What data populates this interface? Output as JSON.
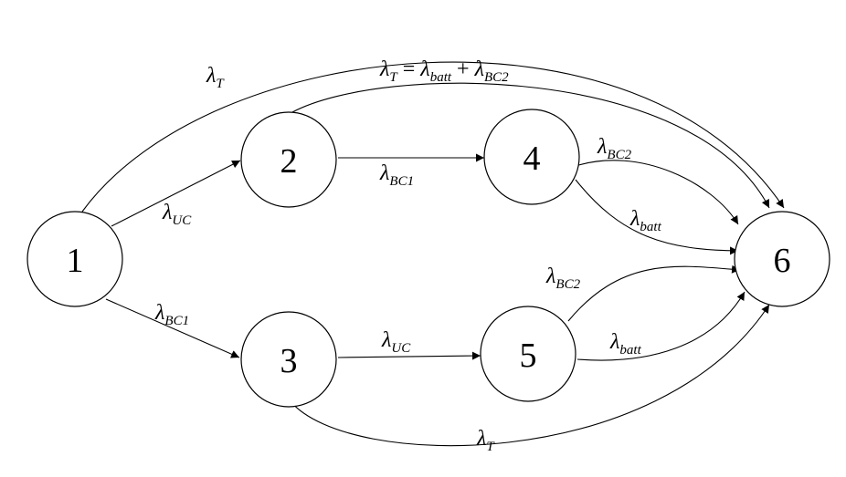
{
  "diagram": {
    "nodes": [
      {
        "id": "n1",
        "label": "1"
      },
      {
        "id": "n2",
        "label": "2"
      },
      {
        "id": "n3",
        "label": "3"
      },
      {
        "id": "n4",
        "label": "4"
      },
      {
        "id": "n5",
        "label": "5"
      },
      {
        "id": "n6",
        "label": "6"
      }
    ],
    "edges": [
      {
        "id": "e1_6",
        "from": "1",
        "to": "6",
        "symbol": "λ",
        "sub": "T"
      },
      {
        "id": "e2_6",
        "from": "2",
        "to": "6",
        "symbol": "λ",
        "sub": "T",
        "eq": "=",
        "sym2": "λ",
        "sub2": "batt",
        "plus": "+",
        "sym3": "λ",
        "sub3": "BC2"
      },
      {
        "id": "e1_2",
        "from": "1",
        "to": "2",
        "symbol": "λ",
        "sub": "UC"
      },
      {
        "id": "e2_4",
        "from": "2",
        "to": "4",
        "symbol": "λ",
        "sub": "BC1"
      },
      {
        "id": "e4_6a",
        "from": "4",
        "to": "6",
        "symbol": "λ",
        "sub": "BC2"
      },
      {
        "id": "e4_6b",
        "from": "4",
        "to": "6",
        "symbol": "λ",
        "sub": "batt"
      },
      {
        "id": "e1_3",
        "from": "1",
        "to": "3",
        "symbol": "λ",
        "sub": "BC1"
      },
      {
        "id": "e3_5",
        "from": "3",
        "to": "5",
        "symbol": "λ",
        "sub": "UC"
      },
      {
        "id": "e5_6a",
        "from": "5",
        "to": "6",
        "symbol": "λ",
        "sub": "BC2"
      },
      {
        "id": "e5_6b",
        "from": "5",
        "to": "6",
        "symbol": "λ",
        "sub": "batt"
      },
      {
        "id": "e3_6",
        "from": "3",
        "to": "6",
        "symbol": "λ",
        "sub": "T"
      }
    ]
  }
}
